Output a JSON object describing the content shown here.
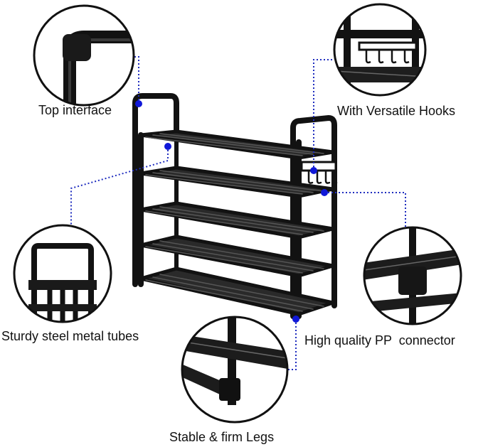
{
  "colors": {
    "rack": "#121212",
    "leader": "#1f2dbf",
    "marker": "#1018d8",
    "circle_border": "#111111"
  },
  "callouts": [
    {
      "id": "top-interface",
      "text": "Top interface"
    },
    {
      "id": "hooks",
      "text": "With Versatile Hooks"
    },
    {
      "id": "tubes",
      "text": "Sturdy steel metal tubes"
    },
    {
      "id": "connector",
      "text": "High quality PP  connector"
    },
    {
      "id": "legs",
      "text": "Stable & firm Legs"
    }
  ],
  "rack": {
    "tiers": 5
  }
}
